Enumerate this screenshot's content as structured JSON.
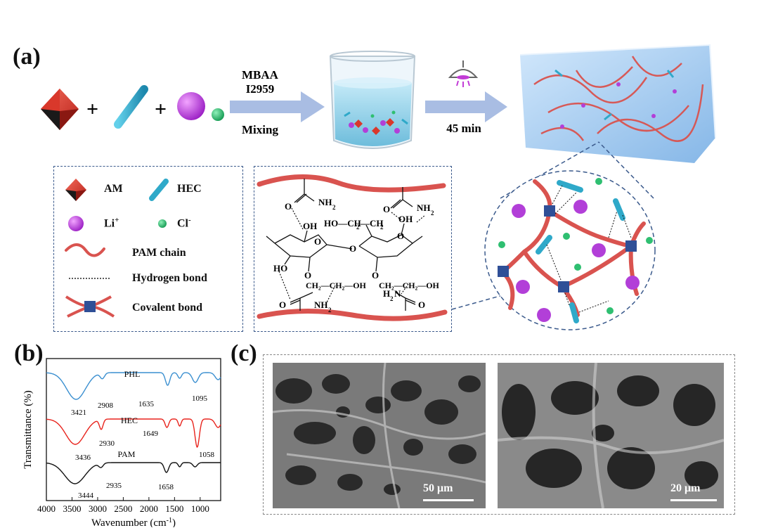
{
  "panels": {
    "a": "(a)",
    "b": "(b)",
    "c": "(c)"
  },
  "synthesis": {
    "plus": "+",
    "arrow1_top1": "MBAA",
    "arrow1_top2": "I2959",
    "arrow1_bottom": "Mixing",
    "arrow2_bottom": "45 min"
  },
  "legend": {
    "items": [
      {
        "label": "AM",
        "icon": "octahedron-icon"
      },
      {
        "label": "HEC",
        "icon": "rod-icon"
      },
      {
        "label": "Li",
        "sup": "+",
        "icon": "purple-sphere-icon"
      },
      {
        "label": "Cl",
        "sup": "-",
        "icon": "green-sphere-icon"
      },
      {
        "label": "PAM chain",
        "icon": "red-chain-icon"
      },
      {
        "label": "Hydrogen bond",
        "icon": "dotted-line-icon"
      },
      {
        "label": "Covalent bond",
        "icon": "crosslink-icon"
      }
    ]
  },
  "structure": {
    "nh2_top": "NH",
    "nh2_top_sub": "2",
    "nh2_topright": "NH",
    "nh2_topright_sub": "2",
    "oh1": "OH",
    "ho_ch2_ch2": "HO—CH",
    "ho_ch2_sub": "2",
    "ch2_2": "—CH",
    "ch2_2_sub": "2",
    "oh2": "OH",
    "ho_left": "HO",
    "o_ring1": "O",
    "o_bridge": "O",
    "o_ring2": "O",
    "o_side1": "O",
    "o_side2": "O",
    "ch2ch2oh_1": "CH₂—CH₂—OH",
    "ch2ch2oh_2": "CH₂—CH₂—OH",
    "nh2_bottom": "NH",
    "nh2_bottom_sub": "2",
    "h2n": "H",
    "h2n_sub": "2",
    "h2n_n": "N",
    "o_b1": "O",
    "o_b2": "O",
    "o_t1": "O",
    "o_t2": "O"
  },
  "chart_data": {
    "type": "line",
    "xlabel": "Wavenumber (cm",
    "xlabel_sup": "-1",
    "xlabel_end": ")",
    "ylabel": "Transmittance (%)",
    "xlim": [
      4000,
      600
    ],
    "xticks": [
      4000,
      3500,
      3000,
      2500,
      2000,
      1500,
      1000
    ],
    "series": [
      {
        "name": "PHL",
        "color": "#3a8fd0",
        "peaks": [
          "3421",
          "2908",
          "1635",
          "1095"
        ]
      },
      {
        "name": "HEC",
        "color": "#e8241d",
        "peaks": [
          "3436",
          "2930",
          "1649",
          "1058"
        ]
      },
      {
        "name": "PAM",
        "color": "#111111",
        "peaks": [
          "3444",
          "2935",
          "1658"
        ]
      }
    ]
  },
  "sem": {
    "left_scale": "50 μm",
    "right_scale": "20 μm"
  },
  "colors": {
    "arrow": "#a9bde3",
    "dash": "#3b5a8c",
    "chain": "#d9534f",
    "purple": "#b23fd8",
    "green": "#2fbf71",
    "hec": "#2fa9c9",
    "node": "#2f4f97"
  }
}
